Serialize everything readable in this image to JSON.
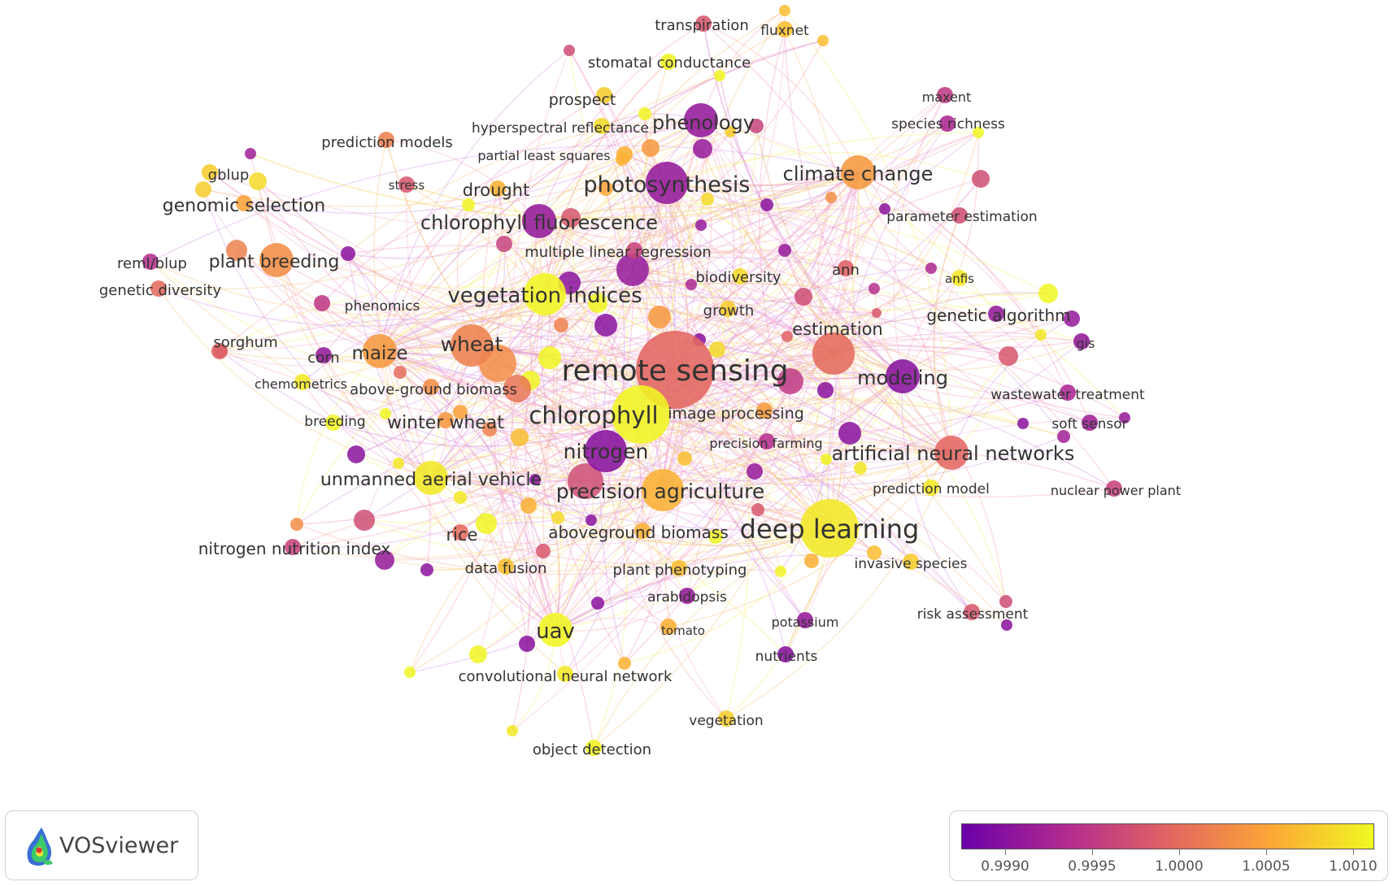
{
  "nodes": [
    {
      "label": "remote sensing",
      "score": 0.99995,
      "size": "largest"
    },
    {
      "label": "deep learning",
      "score": 1.001,
      "size": "very large"
    },
    {
      "label": "chlorophyll",
      "score": 1.0011,
      "size": "very large"
    },
    {
      "label": "nitrogen",
      "score": 0.999,
      "size": "large"
    },
    {
      "label": "photosynthesis",
      "score": 0.9991,
      "size": "large"
    },
    {
      "label": "precision agriculture",
      "score": 1.0006,
      "size": "large"
    },
    {
      "label": "vegetation indices",
      "score": 1.0011,
      "size": "large"
    },
    {
      "label": "estimation",
      "score": 1.0,
      "size": "large"
    },
    {
      "label": "wheat",
      "score": 1.0002,
      "size": "large"
    },
    {
      "label": "modeling",
      "score": 0.999,
      "size": "medium"
    },
    {
      "label": "artificial neural networks",
      "score": 0.99995,
      "size": "medium"
    },
    {
      "label": "uav",
      "score": 1.0011,
      "size": "medium"
    },
    {
      "label": "climate change",
      "score": 1.0004,
      "size": "medium"
    },
    {
      "label": "phenology",
      "score": 0.9991,
      "size": "medium"
    },
    {
      "label": "chlorophyll fluorescence",
      "score": 0.9991,
      "size": "medium"
    },
    {
      "label": "maize",
      "score": 1.0004,
      "size": "medium"
    },
    {
      "label": "unmanned aerial vehicle",
      "score": 1.001,
      "size": "medium"
    },
    {
      "label": "plant breeding",
      "score": 1.0003,
      "size": "medium"
    },
    {
      "label": "genomic selection",
      "score": 1.0005,
      "size": "small"
    },
    {
      "label": "winter wheat",
      "score": 1.0004,
      "size": "small"
    },
    {
      "label": "drought",
      "score": 1.0006,
      "size": "small"
    },
    {
      "label": "rice",
      "score": 1.0,
      "size": "small"
    },
    {
      "label": "aboveground biomass",
      "score": 1.0006,
      "size": "small"
    },
    {
      "label": "image processing",
      "score": 1.0004,
      "size": "small"
    },
    {
      "label": "genetic algorithm",
      "score": 0.9991,
      "size": "small"
    },
    {
      "label": "nitrogen nutrition index",
      "score": 0.9996,
      "size": "small"
    },
    {
      "label": "above-ground biomass",
      "score": 1.0003,
      "size": "small"
    },
    {
      "label": "multiple linear regression",
      "score": 0.9996,
      "size": "small"
    },
    {
      "label": "ann",
      "score": 0.9999,
      "size": "small"
    },
    {
      "label": "corn",
      "score": 0.9991,
      "size": "small"
    },
    {
      "label": "gblup",
      "score": 1.0008,
      "size": "small"
    },
    {
      "label": "reml/blup",
      "score": 0.9994,
      "size": "small"
    },
    {
      "label": "genetic diversity",
      "score": 1.0,
      "size": "small"
    },
    {
      "label": "sorghum",
      "score": 0.9999,
      "size": "small"
    },
    {
      "label": "chemometrics",
      "score": 1.001,
      "size": "small"
    },
    {
      "label": "breeding",
      "score": 1.0011,
      "size": "small"
    },
    {
      "label": "phenomics",
      "score": 0.9995,
      "size": "small"
    },
    {
      "label": "prediction models",
      "score": 1.0002,
      "size": "small"
    },
    {
      "label": "stress",
      "score": 0.9998,
      "size": "small"
    },
    {
      "label": "partial least squares",
      "score": 1.0006,
      "size": "small"
    },
    {
      "label": "hyperspectral reflectance",
      "score": 1.0009,
      "size": "small"
    },
    {
      "label": "prospect",
      "score": 1.0008,
      "size": "small"
    },
    {
      "label": "stomatal conductance",
      "score": 1.0011,
      "size": "small"
    },
    {
      "label": "transpiration",
      "score": 0.9998,
      "size": "small"
    },
    {
      "label": "fluxnet",
      "score": 1.0007,
      "size": "small"
    },
    {
      "label": "maxent",
      "score": 0.9995,
      "size": "small"
    },
    {
      "label": "species richness",
      "score": 0.9993,
      "size": "small"
    },
    {
      "label": "parameter estimation",
      "score": 0.9997,
      "size": "small"
    },
    {
      "label": "anfis",
      "score": 1.001,
      "size": "small"
    },
    {
      "label": "biodiversity",
      "score": 1.0009,
      "size": "small"
    },
    {
      "label": "growth",
      "score": 1.0008,
      "size": "small"
    },
    {
      "label": "gis",
      "score": 0.9991,
      "size": "small"
    },
    {
      "label": "wastewater treatment",
      "score": 0.9993,
      "size": "small"
    },
    {
      "label": "soft sensor",
      "score": 0.9992,
      "size": "small"
    },
    {
      "label": "precision farming",
      "score": 0.9994,
      "size": "small"
    },
    {
      "label": "prediction model",
      "score": 1.001,
      "size": "small"
    },
    {
      "label": "nuclear power plant",
      "score": 0.9996,
      "size": "small"
    },
    {
      "label": "invasive species",
      "score": 1.0008,
      "size": "small"
    },
    {
      "label": "risk assessment",
      "score": 0.9998,
      "size": "small"
    },
    {
      "label": "plant phenotyping",
      "score": 1.0007,
      "size": "small"
    },
    {
      "label": "arabidopsis",
      "score": 0.9991,
      "size": "small"
    },
    {
      "label": "data fusion",
      "score": 1.0007,
      "size": "small"
    },
    {
      "label": "tomato",
      "score": 1.0006,
      "size": "small"
    },
    {
      "label": "potassium",
      "score": 0.9991,
      "size": "small"
    },
    {
      "label": "nutrients",
      "score": 0.999,
      "size": "small"
    },
    {
      "label": "convolutional neural network",
      "score": 1.001,
      "size": "small"
    },
    {
      "label": "vegetation",
      "score": 1.0008,
      "size": "small"
    },
    {
      "label": "object detection",
      "score": 1.0011,
      "size": "small"
    }
  ],
  "brand": {
    "name": "VOSviewer"
  },
  "legend": {
    "ticks": [
      "0.9990",
      "0.9995",
      "1.0000",
      "1.0005",
      "1.0010"
    ],
    "min": 0.99875,
    "max": 1.00112,
    "colors": [
      "#6a00a8",
      "#b12a90",
      "#e16462",
      "#fca636",
      "#f0f921"
    ]
  }
}
